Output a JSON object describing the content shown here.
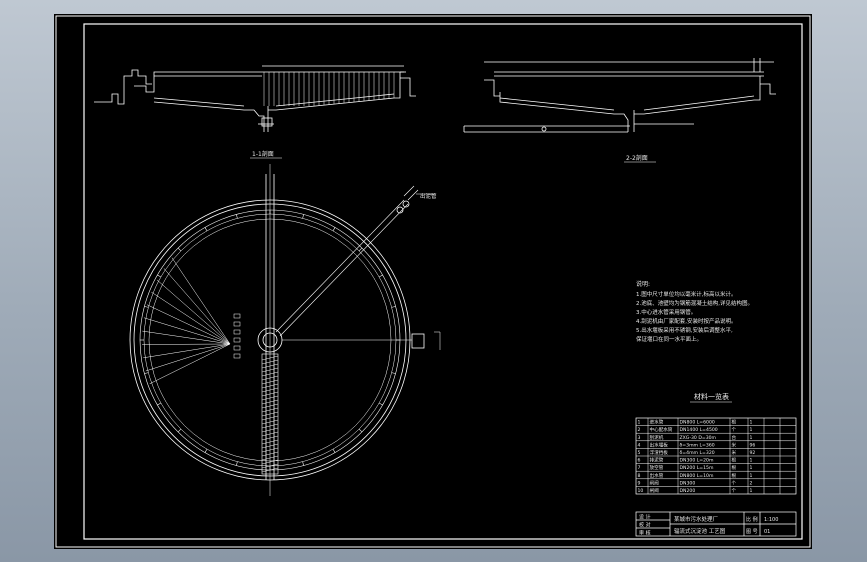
{
  "section_labels": {
    "section_1": "1-1剖面",
    "section_2": "2-2剖面"
  },
  "plan": {
    "pipe_label": "出泥管"
  },
  "notes": {
    "title": "说明:",
    "lines": [
      "1.图中尺寸单位均以毫米计,标高以米计。",
      "2.池底、池壁均为钢筋混凝土结构,详见结构图。",
      "3.中心进水管采用钢管。",
      "4.刮泥机由厂家配套,安装时按产品说明。",
      "5.出水堰板采用不锈钢,安装后调整水平,",
      "  保证堰口在同一水平面上。"
    ]
  },
  "materials": {
    "title": "材料一览表",
    "rows": [
      [
        "1",
        "进水管",
        "DN800 L=6000",
        "根",
        "1",
        ""
      ],
      [
        "2",
        "中心配水筒",
        "DN1400 L=4500",
        "个",
        "1",
        ""
      ],
      [
        "3",
        "刮泥机",
        "ZXG-30 D=30m",
        "台",
        "1",
        ""
      ],
      [
        "4",
        "出水堰板",
        "δ=3mm L=360",
        "米",
        "96",
        ""
      ],
      [
        "5",
        "浮渣挡板",
        "δ=4mm L=320",
        "米",
        "92",
        ""
      ],
      [
        "6",
        "排泥管",
        "DN300 L=20m",
        "根",
        "1",
        ""
      ],
      [
        "7",
        "放空管",
        "DN200 L=15m",
        "根",
        "1",
        ""
      ],
      [
        "8",
        "出水管",
        "DN800 L=10m",
        "根",
        "1",
        ""
      ],
      [
        "9",
        "闸阀",
        "DN300",
        "个",
        "2",
        ""
      ],
      [
        "10",
        "闸阀",
        "DN200",
        "个",
        "1",
        ""
      ]
    ]
  },
  "title_block": {
    "left_rows": [
      "设 计",
      "校 对",
      "审 核"
    ],
    "project": "某城市污水处理厂",
    "drawing_name": "辐流式沉淀池 工艺图",
    "scale_label": "比 例",
    "scale_value": "1:100",
    "sheet_label": "图 号",
    "sheet_value": "01"
  },
  "colors": {
    "line": "#ffffff",
    "text": "#e8e8e8",
    "sheet": "#000000",
    "frame_bg": "#9fabb8"
  }
}
